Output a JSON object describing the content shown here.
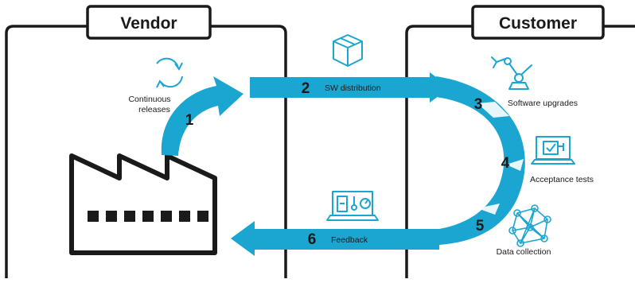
{
  "colors": {
    "accent": "#1ba6d1",
    "accent_dark": "#1487ac",
    "ink": "#1a1a1a"
  },
  "panels": {
    "vendor_title": "Vendor",
    "customer_title": "Customer"
  },
  "steps": [
    {
      "number": "1",
      "label": "Continuous releases"
    },
    {
      "number": "2",
      "label": "SW distribution"
    },
    {
      "number": "3",
      "label": "Software upgrades"
    },
    {
      "number": "4",
      "label": "Acceptance tests"
    },
    {
      "number": "5",
      "label": "Data collection"
    },
    {
      "number": "6",
      "label": "Feedback"
    }
  ],
  "icons": [
    "refresh-icon",
    "package-icon",
    "robot-arm-icon",
    "laptop-checkmark-icon",
    "network-graph-icon",
    "dashboard-laptop-icon",
    "factory-icon"
  ]
}
